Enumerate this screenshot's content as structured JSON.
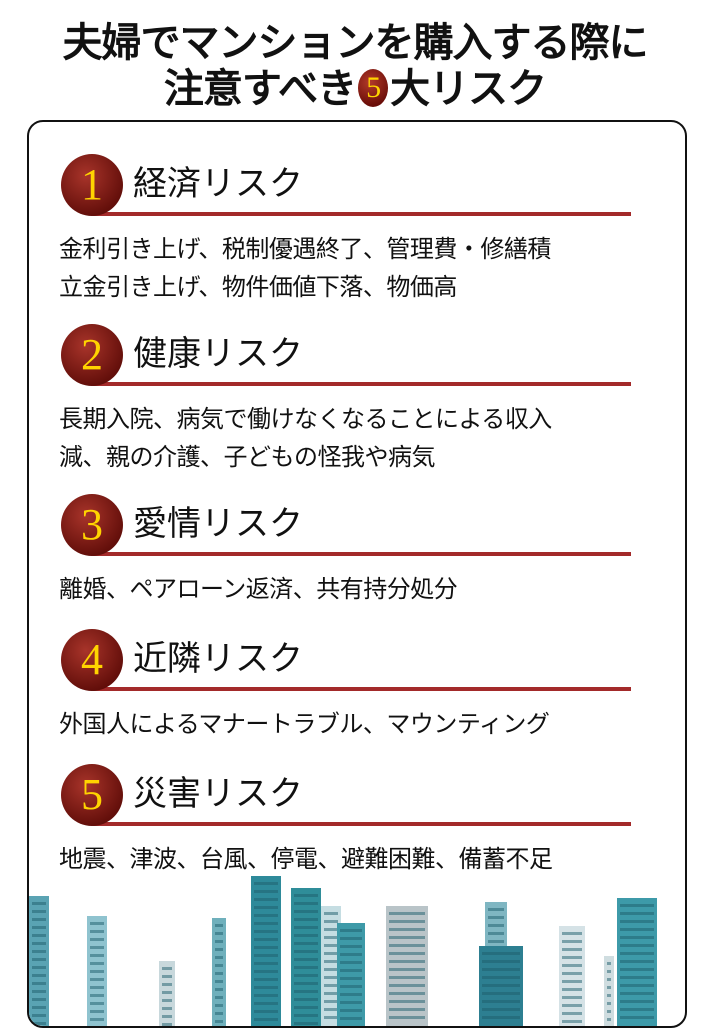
{
  "title": {
    "line1": "夫婦でマンションを購入する際に",
    "line2_pre": "注意すべき",
    "line2_num": "5",
    "line2_post": "大リスク"
  },
  "risks": [
    {
      "num": "1",
      "name": "経済リスク",
      "lines": [
        "金利引き上げ、税制優遇終了、管理費・修繕積",
        "立金引き上げ、物件価値下落、物価高"
      ]
    },
    {
      "num": "2",
      "name": "健康リスク",
      "lines": [
        "長期入院、病気で働けなくなることによる収入",
        "減、親の介護、子どもの怪我や病気"
      ]
    },
    {
      "num": "3",
      "name": "愛情リスク",
      "lines": [
        "離婚、ペアローン返済、共有持分処分"
      ]
    },
    {
      "num": "4",
      "name": "近隣リスク",
      "lines": [
        "外国人によるマナートラブル、マウンティング"
      ]
    },
    {
      "num": "5",
      "name": "災害リスク",
      "lines": [
        "地震、津波、台風、停電、避難困難、備蓄不足"
      ]
    }
  ],
  "colors": {
    "accent": "#a32a2a",
    "number": "#ffd400",
    "building": "#2e8a9a"
  }
}
